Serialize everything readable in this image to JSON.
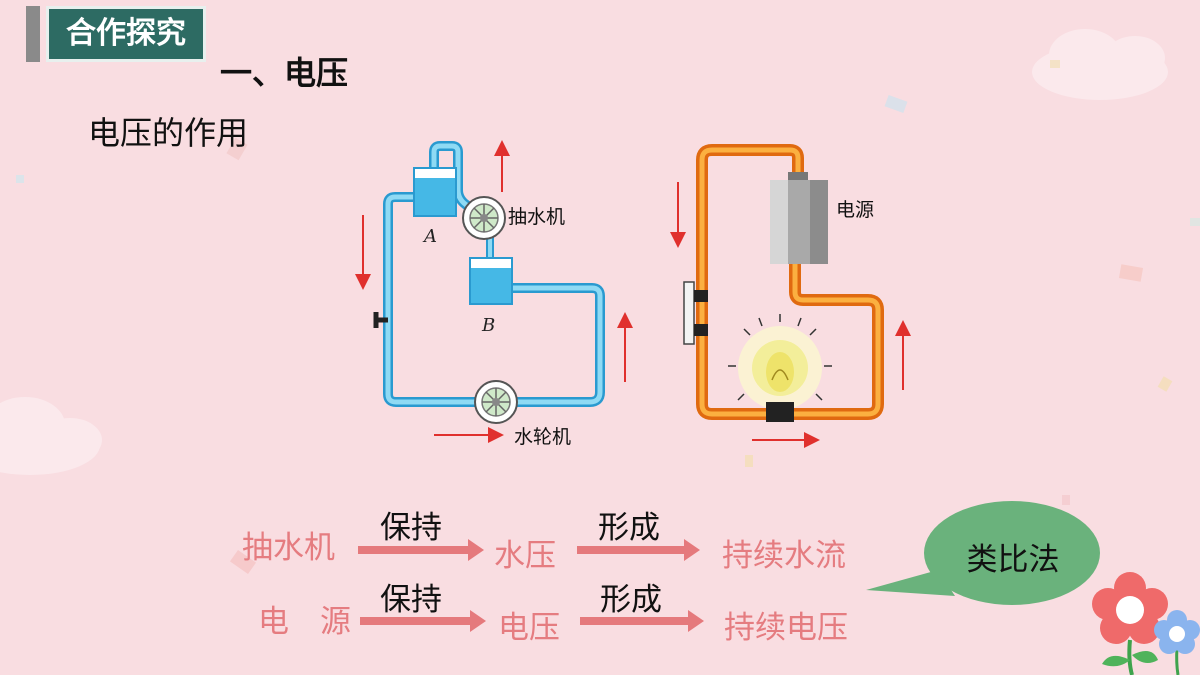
{
  "badge": "合作探究",
  "heading": "一、电压",
  "subheading": "电压的作用",
  "water_diagram": {
    "label_a": "A",
    "label_b": "B",
    "pump": "抽水机",
    "turbine": "水轮机"
  },
  "circuit_diagram": {
    "source": "电源"
  },
  "analogy": {
    "row1": {
      "cause": "抽水机",
      "verb1": "保持",
      "middle": "水压",
      "verb2": "形成",
      "result": "持续水流"
    },
    "row2": {
      "cause": "电　源",
      "verb1": "保持",
      "middle": "电压",
      "verb2": "形成",
      "result": "持续电压"
    },
    "method": "类比法"
  },
  "colors": {
    "background": "#f9dde1",
    "badge": "#2d6b63",
    "flow_text": "#e57c80",
    "flow_arrow": "#e5797c",
    "bubble": "#6ab27c",
    "water_pipe": "#5bc8ec",
    "wire": "#f28a1e"
  },
  "icons": [
    "cloud-icon",
    "flower-icon",
    "pump-wheel-icon",
    "light-bulb-icon",
    "battery-icon",
    "switch-icon"
  ]
}
